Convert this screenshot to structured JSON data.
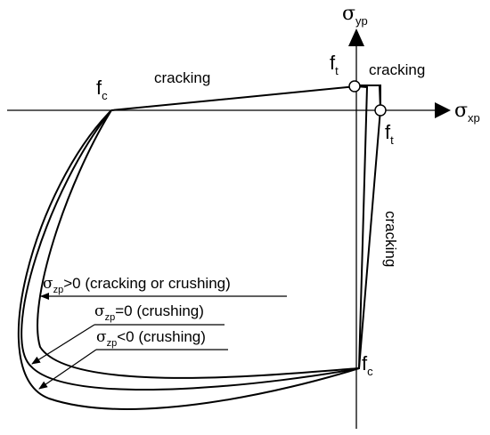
{
  "axes": {
    "x": {
      "symbol": "σ",
      "subscript": "xp"
    },
    "y": {
      "symbol": "σ",
      "subscript": "yp"
    }
  },
  "labels": {
    "cracking_top": "cracking",
    "cracking_corner": "cracking",
    "cracking_right": "cracking",
    "fc_left": {
      "main": "f",
      "sub": "c"
    },
    "ft_top": {
      "main": "f",
      "sub": "t"
    },
    "ft_right": {
      "main": "f",
      "sub": "t"
    },
    "fc_bottom": {
      "main": "f",
      "sub": "c"
    }
  },
  "legend": [
    {
      "symbol": "σ",
      "subscript": "zp",
      "condition": ">0 (cracking or crushing)"
    },
    {
      "symbol": "σ",
      "subscript": "zp",
      "condition": "=0 (crushing)"
    },
    {
      "symbol": "σ",
      "subscript": "zp",
      "condition": "<0 (crushing)"
    }
  ],
  "colors": {
    "line": "#000000",
    "background": "#ffffff"
  }
}
